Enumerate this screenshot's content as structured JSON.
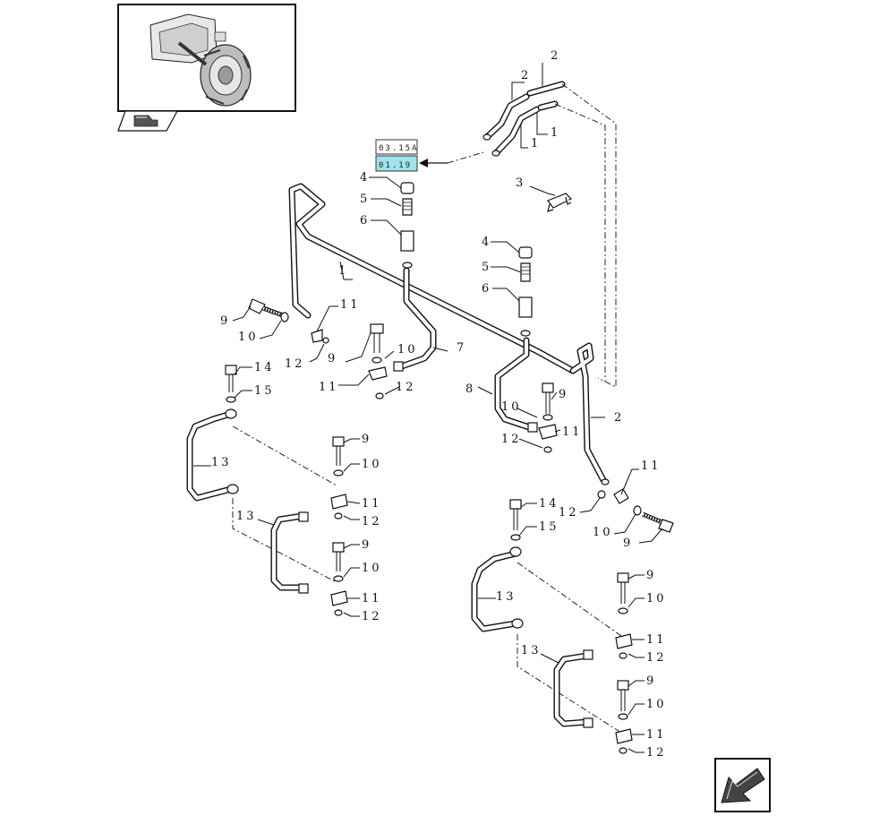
{
  "thumbnail": {
    "icon": "tractor-axle-thumbnail"
  },
  "nav_icon": "book-hand-icon",
  "back_icon": "back-arrow-icon",
  "refs": {
    "ref_a": "03.15A",
    "ref_b": "01.19"
  },
  "labels": {
    "p1": "1",
    "p2": "2",
    "p3": "3",
    "p4": "4",
    "p5": "5",
    "p6": "6",
    "p7": "7",
    "p8": "8",
    "p9": "9",
    "p10": "10",
    "p11": "11",
    "p12": "12",
    "p13": "13",
    "p14": "14",
    "p15": "15"
  },
  "colors": {
    "highlight": "#9fe3ea",
    "line": "#111111"
  }
}
